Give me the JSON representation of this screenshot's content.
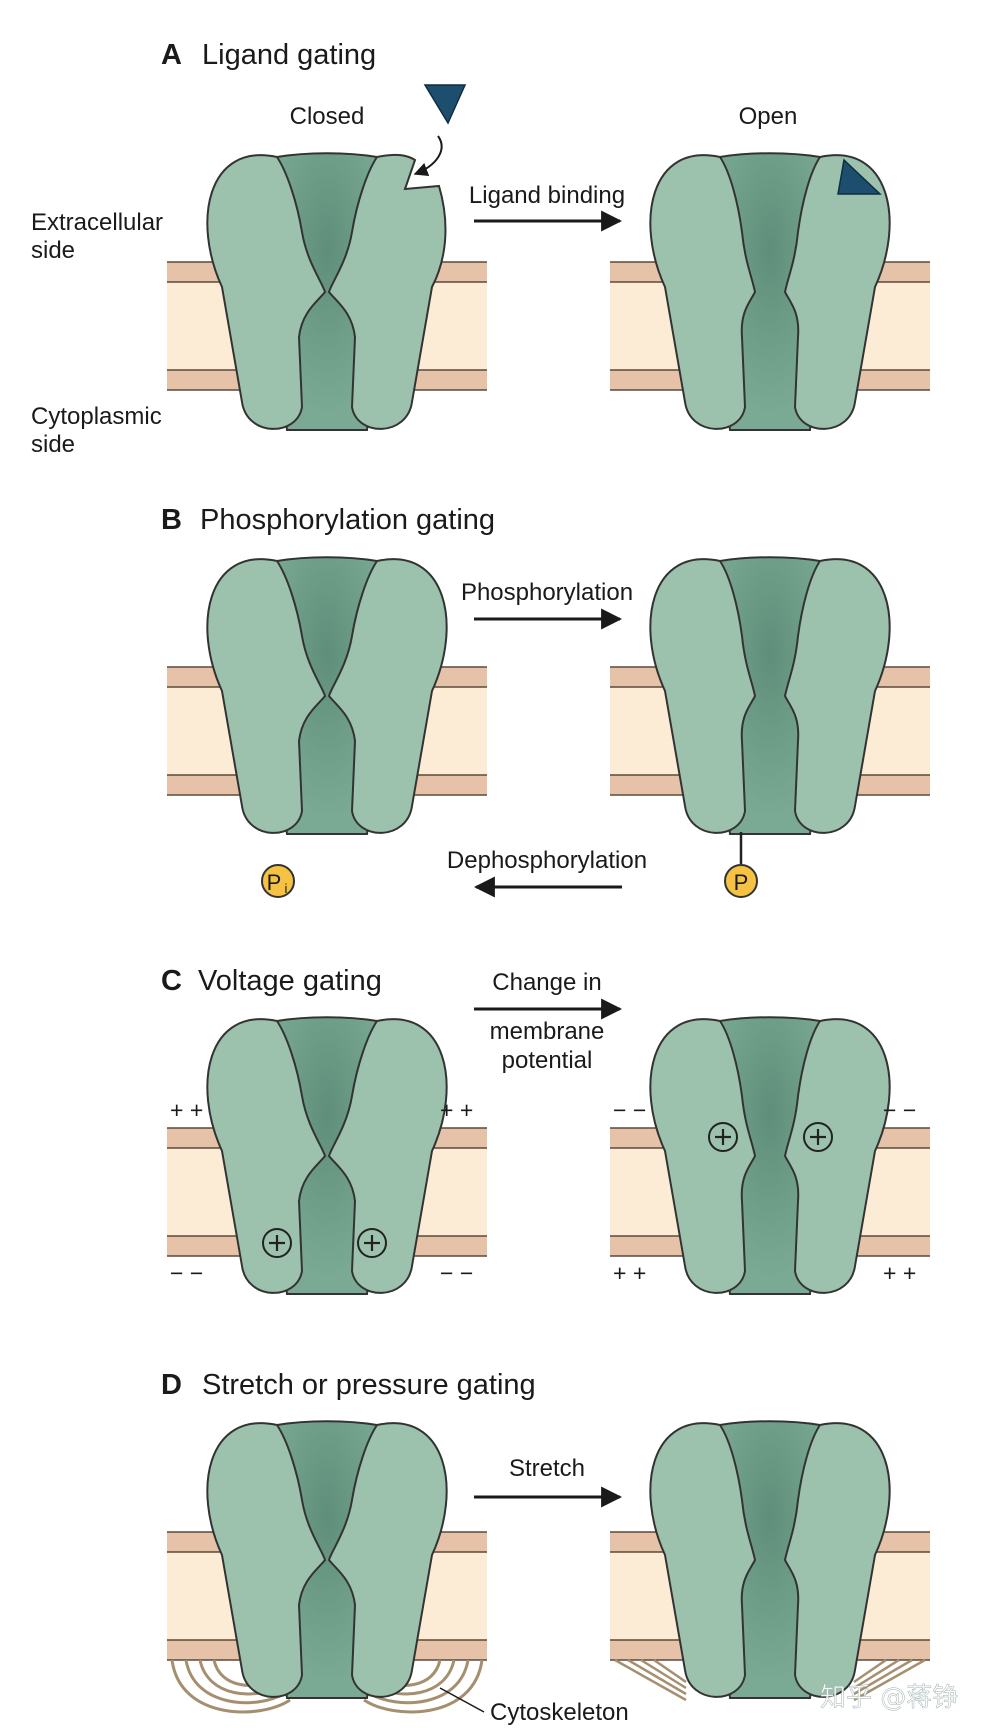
{
  "panels": {
    "a": {
      "letter": "A",
      "title": "Ligand gating",
      "closed": "Closed",
      "open": "Open",
      "arrow": "Ligand binding",
      "extracellular_1": "Extracellular",
      "extracellular_2": "side",
      "cytoplasmic_1": "Cytoplasmic",
      "cytoplasmic_2": "side"
    },
    "b": {
      "letter": "B",
      "title": "Phosphorylation gating",
      "arrow_forward": "Phosphorylation",
      "arrow_back": "Dephosphorylation",
      "pi_label": "P",
      "pi_sub": "i",
      "p_label": "P"
    },
    "c": {
      "letter": "C",
      "title": "Voltage gating",
      "arrow_1": "Change in",
      "arrow_2": "membrane",
      "arrow_3": "potential",
      "plus_plus": "+ +",
      "minus_minus": "− −",
      "charge": "+"
    },
    "d": {
      "letter": "D",
      "title": "Stretch or pressure gating",
      "arrow": "Stretch",
      "cytoskeleton": "Cytoskeleton"
    }
  },
  "watermark": "知乎 @蒋铮",
  "colors": {
    "channel": "#9cc1ac",
    "pore": "#6f9f89",
    "membrane_band": "#e6c3a8",
    "membrane_core": "#fcebd5",
    "ligand": "#1d4e6d",
    "phosphate": "#f6c244",
    "cytoskeleton": "#a58f6f",
    "outline": "#333333"
  }
}
